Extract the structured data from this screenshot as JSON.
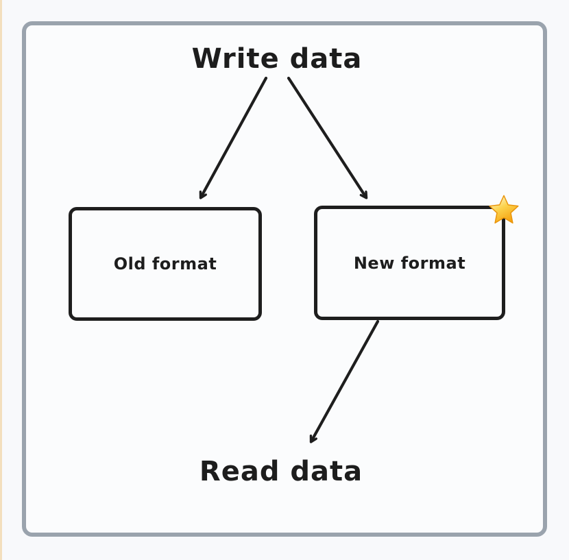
{
  "diagram": {
    "top_label": "Write data",
    "bottom_label": "Read data",
    "nodes": [
      {
        "id": "old-format",
        "label": "Old format"
      },
      {
        "id": "new-format",
        "label": "New format",
        "badge_icon": "star-icon"
      }
    ],
    "edges": [
      {
        "from": "write-data",
        "to": "old-format"
      },
      {
        "from": "write-data",
        "to": "new-format"
      },
      {
        "from": "new-format",
        "to": "read-data"
      }
    ],
    "colors": {
      "canvas_background": "#f8f9fb",
      "frame_border": "#9aa3ad",
      "shape_stroke": "#1e1e1e",
      "star_light": "#fefbe3",
      "star_mid": "#fcd34d",
      "star_dark": "#f59e0b",
      "left_edge_strip": "#f3dfbd"
    }
  }
}
